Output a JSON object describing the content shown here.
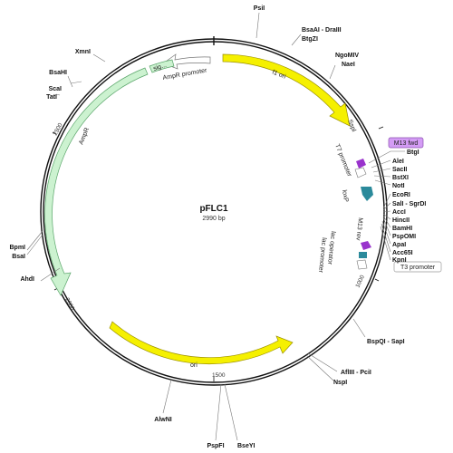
{
  "plasmid": {
    "name": "pFLC1",
    "length": "2990 bp"
  },
  "ticks": {
    "t500": "500",
    "t1000": "1000",
    "t1500": "1500",
    "t2000": "2000",
    "t2500": "2500"
  },
  "features": {
    "f1_ori": "f1 ori",
    "ampr_promoter": "AmpR promoter",
    "sig": "sig...",
    "ampr": "AmpR",
    "ori": "ori",
    "m13_fwd": "M13 fwd",
    "t7_promoter": "T7 promoter",
    "loxp": "loxP",
    "m13_rev": "M13 rev",
    "lac_operator": "lac operator",
    "lac_promoter": "lac promoter",
    "t3_promoter": "T3 promoter",
    "sspi": "SspI"
  },
  "sites": {
    "psii": "PsiI",
    "bsaai": "BsaAI - DraIII",
    "btgzi": "BtgZI",
    "ngomiv": "NgoMIV",
    "naei": "NaeI",
    "btgi": "BtgI",
    "alei": "AleI",
    "sacii": "SacII",
    "bstxi": "BstXI",
    "noti": "NotI",
    "ecori": "EcoRI",
    "sali": "SalI - SgrDI",
    "acci": "AccI",
    "hincii": "HincII",
    "bamhi": "BamHI",
    "pspomi": "PspOMI",
    "apai": "ApaI",
    "acc65i": "Acc65I",
    "kpni": "KpnI",
    "bspqi": "BspQI - SapI",
    "afliii": "AflIII - PciI",
    "nspi": "NspI",
    "pspfi": "PspFI",
    "bseyi": "BseYI",
    "alwni": "AlwNI",
    "ahdi": "AhdI",
    "bpmi": "BpmI",
    "bsai": "BsaI",
    "scai": "ScaI",
    "tati": "TatI",
    "bsahi": "BsaHI",
    "xmni": "XmnI"
  },
  "colors": {
    "ori": "#f5f000",
    "ampr": "#ccf2d0",
    "promoter": "#ffffff",
    "m13": "#d49cf5",
    "t7": "#9933cc",
    "loxp": "#2b8a9b",
    "backbone": "#111111"
  }
}
